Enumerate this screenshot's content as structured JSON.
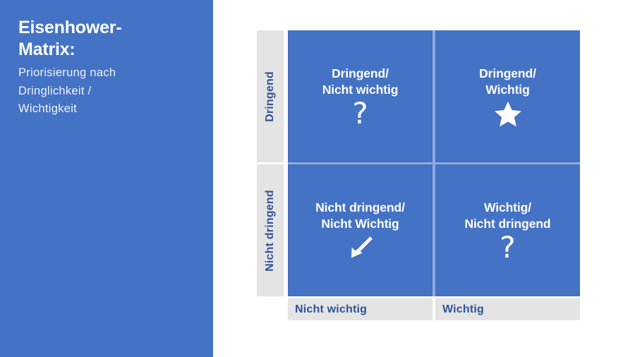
{
  "title_panel": {
    "heading": "Eisenhower-\nMatrix:",
    "subheading": "Priorisierung nach\nDringlichkeit /\nWichtigkeit"
  },
  "matrix": {
    "y_axis": {
      "top_label": "Dringend",
      "bottom_label": "Nicht dringend"
    },
    "x_axis": {
      "left_label": "Nicht wichtig",
      "right_label": "Wichtig"
    },
    "quadrants": [
      {
        "position": "top-left",
        "label": "Dringend/\nNicht wichtig",
        "icon": "question-mark-icon",
        "glyph": "?"
      },
      {
        "position": "top-right",
        "label": "Dringend/\nWichtig",
        "icon": "star-icon",
        "glyph": "★"
      },
      {
        "position": "bottom-left",
        "label": "Nicht dringend/\nNicht Wichtig",
        "icon": "arrow-down-left-icon",
        "glyph": "↙"
      },
      {
        "position": "bottom-right",
        "label": "Wichtig/\nNicht dringend",
        "icon": "question-mark-icon",
        "glyph": "?"
      }
    ]
  },
  "colors": {
    "accent_blue": "#4472C4",
    "axis_gray": "#E4E4E4",
    "axis_text_blue": "#2E5496",
    "grid_line": "#8FAADD",
    "white": "#FFFFFF"
  }
}
